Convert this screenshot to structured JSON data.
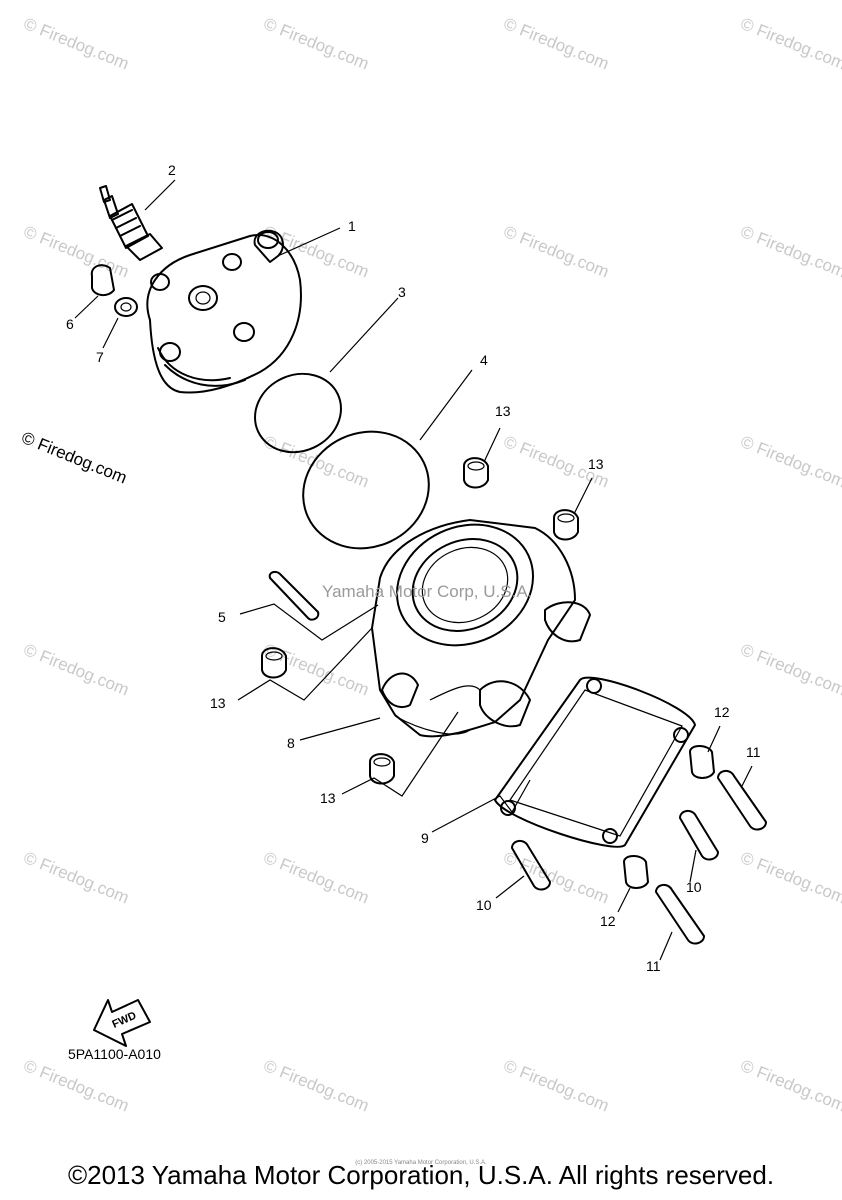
{
  "diagram": {
    "code": "5PA1100-A010",
    "fwd_label": "FWD",
    "center_watermark": "Yamaha Motor Corp, U.S.A.",
    "left_watermark": "© Firedog.com",
    "tile_watermark": "© Firedog.com",
    "callouts": [
      {
        "id": "c1",
        "label": "1"
      },
      {
        "id": "c2",
        "label": "2"
      },
      {
        "id": "c3",
        "label": "3"
      },
      {
        "id": "c4",
        "label": "4"
      },
      {
        "id": "c5",
        "label": "5"
      },
      {
        "id": "c6",
        "label": "6"
      },
      {
        "id": "c7",
        "label": "7"
      },
      {
        "id": "c8",
        "label": "8"
      },
      {
        "id": "c9",
        "label": "9"
      },
      {
        "id": "c10a",
        "label": "10"
      },
      {
        "id": "c10b",
        "label": "10"
      },
      {
        "id": "c11a",
        "label": "11"
      },
      {
        "id": "c11b",
        "label": "11"
      },
      {
        "id": "c12a",
        "label": "12"
      },
      {
        "id": "c12b",
        "label": "12"
      },
      {
        "id": "c13a",
        "label": "13"
      },
      {
        "id": "c13b",
        "label": "13"
      },
      {
        "id": "c13c",
        "label": "13"
      },
      {
        "id": "c13d",
        "label": "13"
      }
    ]
  },
  "footer": {
    "copyright": "©2013 Yamaha Motor Corporation, U.S.A. All rights reserved.",
    "small_print": "(c) 2005-2015 Yamaha Motor Corporation, U.S.A."
  }
}
